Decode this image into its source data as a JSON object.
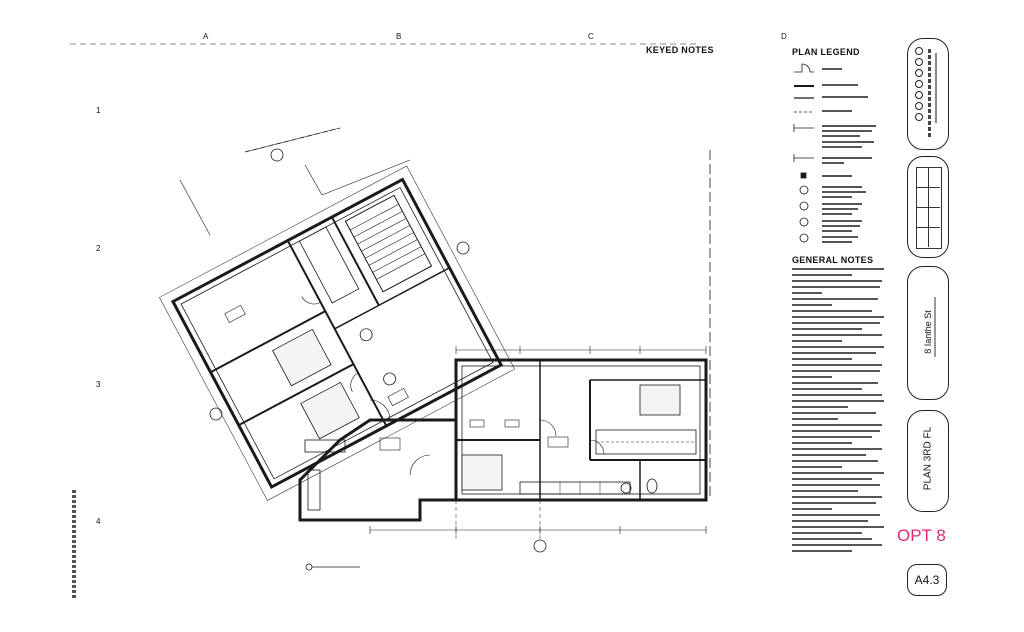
{
  "sheet": {
    "grid_columns": [
      "A",
      "B",
      "C",
      "D"
    ],
    "grid_rows": [
      "1",
      "2",
      "3",
      "4"
    ],
    "keyed_notes_title": "KEYED NOTES",
    "plan_legend_title": "PLAN LEGEND",
    "general_notes_title": "GENERAL NOTES",
    "title_block": {
      "address": "8 Ianthe St",
      "plan_title": "PLAN 3RD FL",
      "option": "OPT 8",
      "sheet_number": "A4.3"
    },
    "colors": {
      "line": "#1a1a1a",
      "option": "#e0287b"
    }
  }
}
